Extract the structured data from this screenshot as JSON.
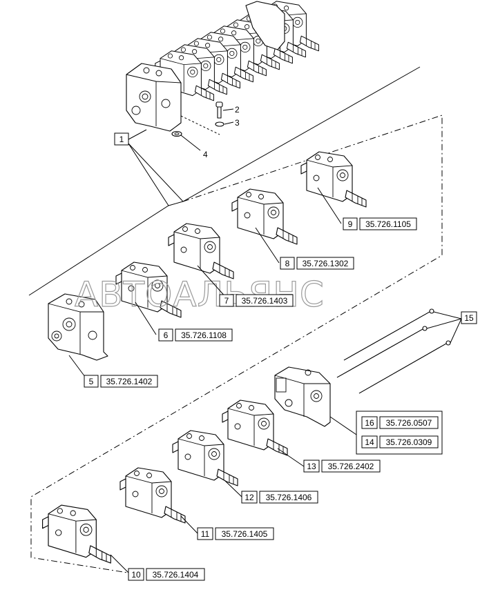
{
  "watermark": "АВТОАЛЬЯНС",
  "plain_labels": {
    "l2": "2",
    "l3": "3",
    "l4": "4"
  },
  "callouts": {
    "c1": {
      "num": "1",
      "code": ""
    },
    "c5": {
      "num": "5",
      "code": "35.726.1402"
    },
    "c6": {
      "num": "6",
      "code": "35.726.1108"
    },
    "c7": {
      "num": "7",
      "code": "35.726.1403"
    },
    "c8": {
      "num": "8",
      "code": "35.726.1302"
    },
    "c9": {
      "num": "9",
      "code": "35.726.1105"
    },
    "c10": {
      "num": "10",
      "code": "35.726.1404"
    },
    "c11": {
      "num": "11",
      "code": "35.726.1405"
    },
    "c12": {
      "num": "12",
      "code": "35.726.1406"
    },
    "c13": {
      "num": "13",
      "code": "35.726.2402"
    },
    "c14": {
      "num": "14",
      "code": "35.726.0309"
    },
    "c15": {
      "num": "15",
      "code": ""
    },
    "c16": {
      "num": "16",
      "code": "35.726.0507"
    }
  }
}
